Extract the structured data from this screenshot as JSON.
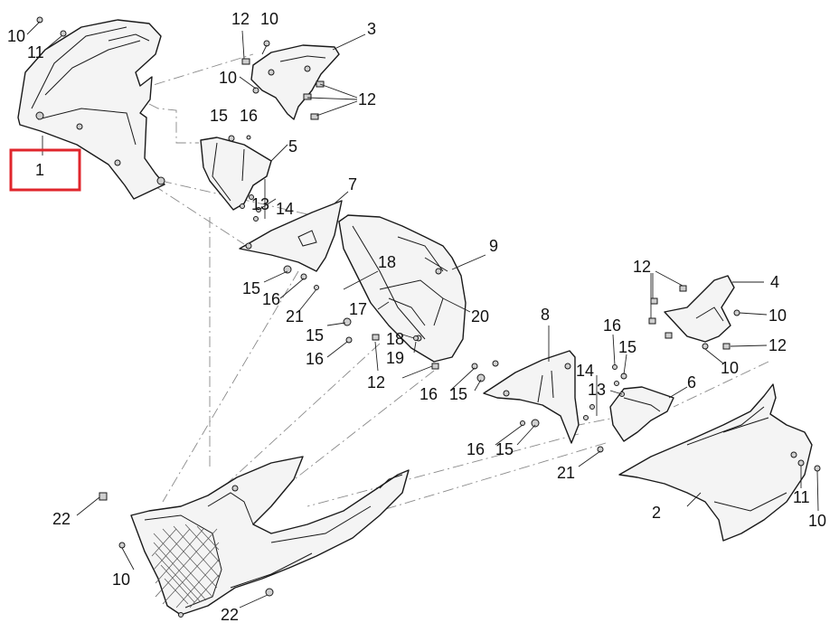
{
  "callouts": {
    "c1": "1",
    "c2": "2",
    "c3": "3",
    "c4": "4",
    "c5": "5",
    "c6": "6",
    "c7": "7",
    "c8": "8",
    "c9": "9",
    "c10": "10",
    "c11": "11",
    "c12": "12",
    "c13": "13",
    "c14": "14",
    "c15": "15",
    "c16": "16",
    "c17": "17",
    "c18": "18",
    "c19": "19",
    "c20": "20",
    "c21": "21",
    "c22": "22"
  },
  "colors": {
    "highlight": "#e0262c",
    "line": "#1a1a1a"
  }
}
